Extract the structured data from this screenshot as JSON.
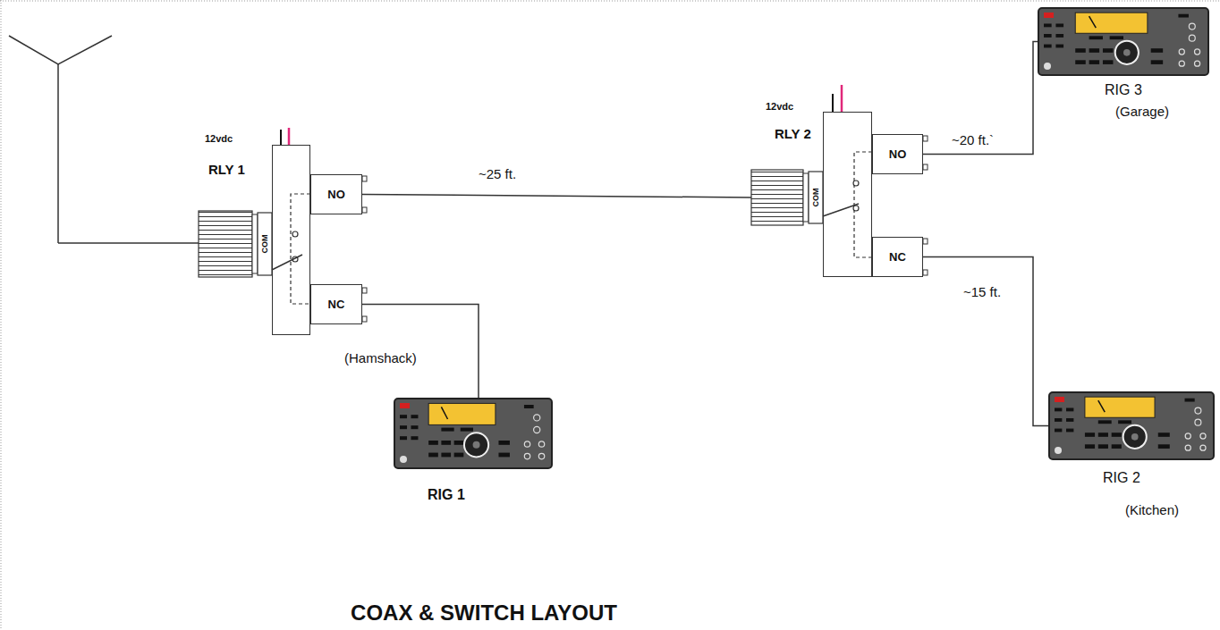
{
  "diagram": {
    "title": "COAX & SWITCH LAYOUT",
    "nodes": [
      {
        "text": [
          "12vdc",
          "RLY 1"
        ]
      },
      {
        "text": [
          "COM"
        ]
      },
      {
        "text": [
          "NO"
        ]
      },
      {
        "text": [
          "NC"
        ]
      },
      {
        "text": [
          "(Hamshack)",
          "RIG 1"
        ]
      },
      {
        "text": [
          "12vdc",
          "RLY 2"
        ]
      },
      {
        "text": [
          "COM"
        ]
      },
      {
        "text": [
          "NO"
        ]
      },
      {
        "text": [
          "NC"
        ]
      },
      {
        "text": [
          "RIG 3",
          "(Garage)"
        ]
      },
      {
        "text": [
          "RIG 2",
          "(Kitchen)"
        ]
      }
    ],
    "edges": [
      {
        "from": 2,
        "to": 6,
        "arrow": "none",
        "label": "~25 ft."
      },
      {
        "from": 3,
        "to": 4,
        "arrow": "none"
      },
      {
        "from": 7,
        "to": 9,
        "arrow": "none",
        "label": "~20 ft.`"
      },
      {
        "from": 8,
        "to": 10,
        "arrow": "none",
        "label": "~15 ft."
      }
    ]
  }
}
